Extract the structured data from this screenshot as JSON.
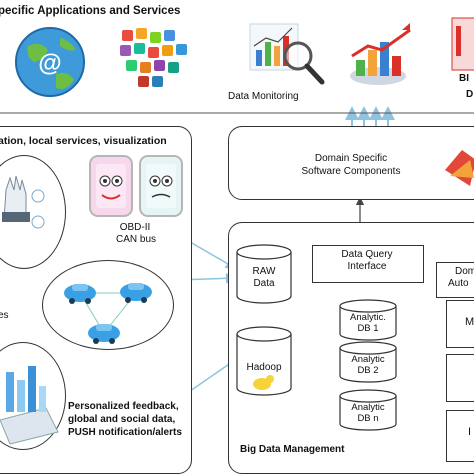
{
  "top_banner": {
    "apps_title": "pecific Applications and Services",
    "data_monitoring": "Data Monitoring",
    "bi_label": "BI",
    "d_label": "D"
  },
  "left_panel": {
    "title": "ation, local services, visualization",
    "obd_line1": "OBD-II",
    "obd_line2": "CAN bus",
    "es_label": "es",
    "feedback_line1": "Personalized feedback,",
    "feedback_line2": "global and social data,",
    "feedback_line3": "PUSH notification/alerts"
  },
  "domain_box": {
    "line1": "Domain Specific",
    "line2": "Software Components"
  },
  "big_data": {
    "raw_line1": "RAW",
    "raw_line2": "Data",
    "query_line1": "Data Query",
    "query_line2": "Interface",
    "dom_line1": "Dom",
    "dom_line2": "Auto",
    "db1_line1": "Analytic.",
    "db1_line2": "DB 1",
    "db2_line1": "Analytic",
    "db2_line2": "DB 2",
    "dbn_line1": "Analytic",
    "dbn_line2": "DB n",
    "hadoop": "Hadoop",
    "right_m": "M",
    "right_l": "I",
    "footer": "Big Data Management"
  },
  "colors": {
    "arrow": "#8fc3e0",
    "line": "#333333",
    "chart_red": "#d9302a",
    "chart_orange": "#f2a33a",
    "chart_blue": "#3a7fd0",
    "chart_green": "#4db24a",
    "globe": "#3f9ad9",
    "car": "#3aa0e6"
  }
}
